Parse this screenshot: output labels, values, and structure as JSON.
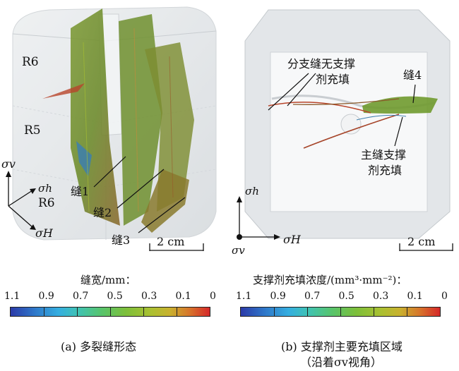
{
  "panel_a": {
    "labels": {
      "r6_top": "R6",
      "r5": "R5",
      "r6_bottom": "R6"
    },
    "fractures": [
      "缝1",
      "缝2",
      "缝3"
    ],
    "axes": {
      "v": "σv",
      "h": "σh",
      "H": "σH"
    },
    "scale_bar": "2 cm"
  },
  "panel_b": {
    "annotations": {
      "branch_line1": "分支缝无支撑",
      "branch_line2": "剂充填",
      "fracture4": "缝4",
      "main_line1": "主缝支撑",
      "main_line2": "剂充填"
    },
    "axes": {
      "h": "σh",
      "H": "σH",
      "v": "σv"
    },
    "scale_bar": "2 cm"
  },
  "colorbar_a": {
    "title": "缝宽/mm：",
    "ticks": [
      "1.1",
      "0.9",
      "0.7",
      "0.5",
      "0.3",
      "0.1",
      "0"
    ]
  },
  "colorbar_b": {
    "title": "支撑剂充填浓度/(mm³·mm⁻²)：",
    "ticks": [
      "1.1",
      "0.9",
      "0.7",
      "0.5",
      "0.3",
      "0.1",
      "0"
    ]
  },
  "captions": {
    "a": "(a) 多裂缝形态",
    "b_line1": "(b) 支撑剂主要充填区域",
    "b_line2": "（沿着σv视角）"
  },
  "colors": {
    "fracture_green": "#6f8f2e",
    "fracture_brown": "#8a5a2a",
    "fracture_red": "#b8452a",
    "fracture_blue": "#3d7fae",
    "cube_gray": "#d9dde0"
  }
}
